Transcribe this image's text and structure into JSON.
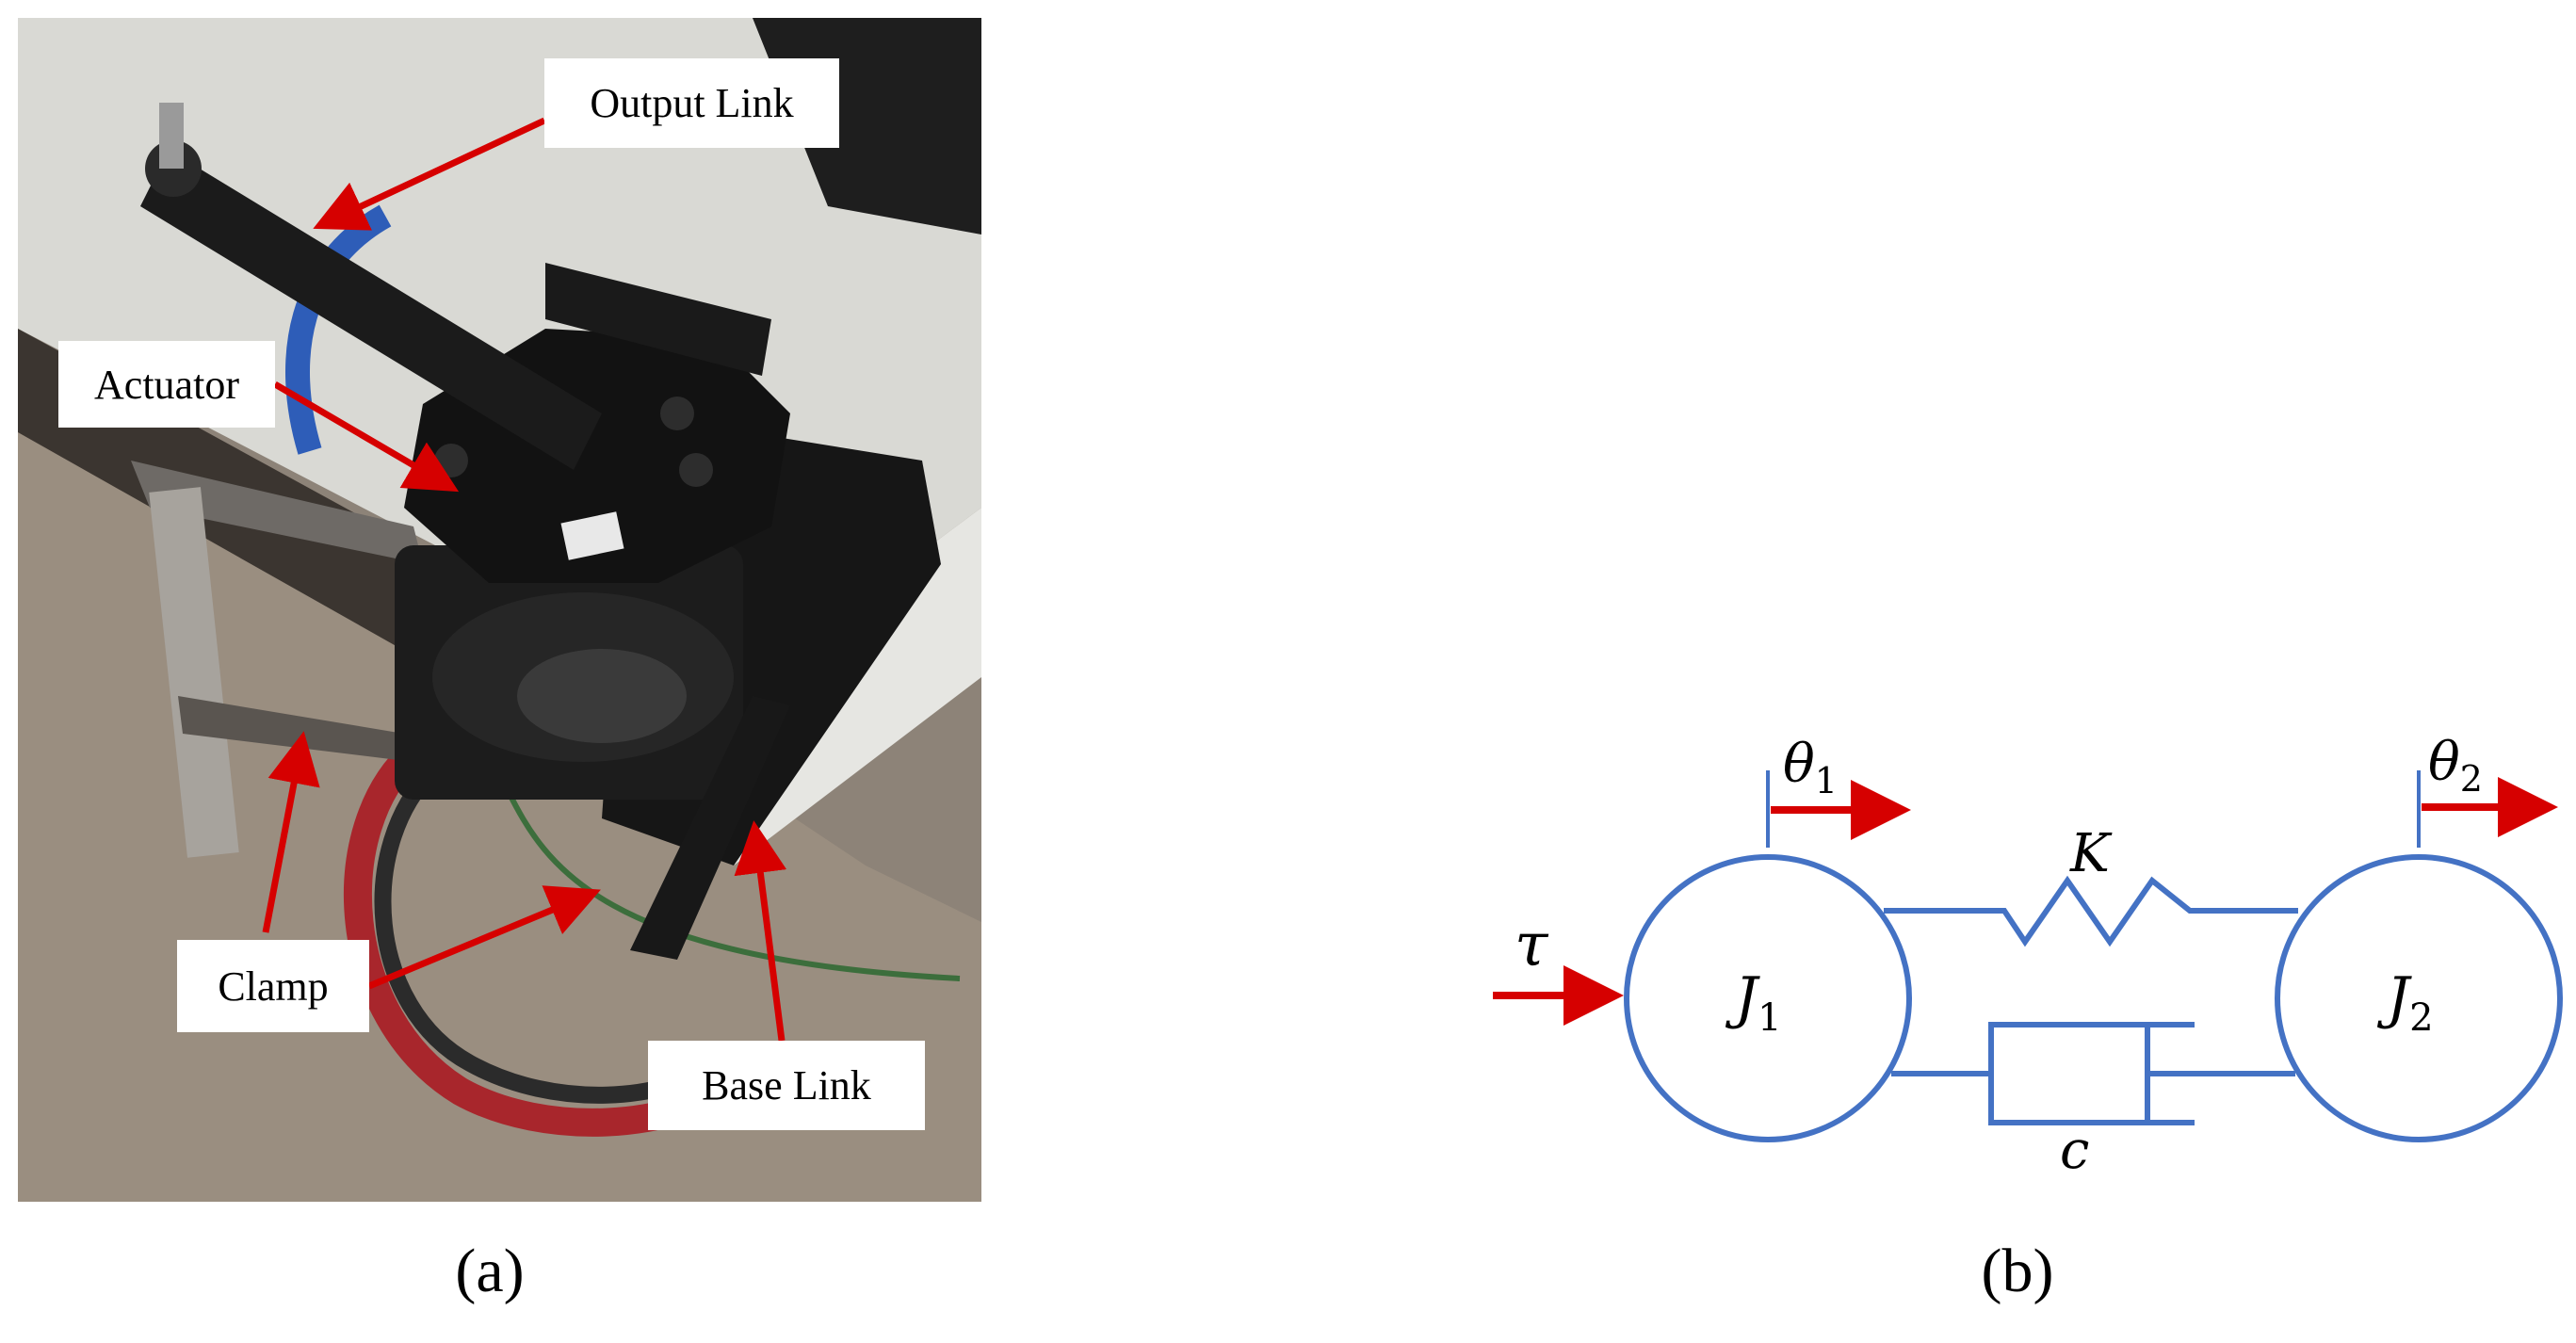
{
  "panel_a": {
    "label": "(a)",
    "callouts": {
      "output_link": "Output Link",
      "actuator": "Actuator",
      "clamp": "Clamp",
      "base_link": "Base Link"
    }
  },
  "panel_b": {
    "label": "(b)",
    "symbols": {
      "torque": "τ",
      "inertia_1": "J",
      "inertia_1_sub": "1",
      "inertia_2": "J",
      "inertia_2_sub": "2",
      "angle_1": "θ",
      "angle_1_sub": "1",
      "angle_2": "θ",
      "angle_2_sub": "2",
      "stiffness": "K",
      "damping": "c"
    }
  },
  "colors": {
    "arrow_red": "#d60000",
    "schematic_blue": "#4472c4"
  }
}
